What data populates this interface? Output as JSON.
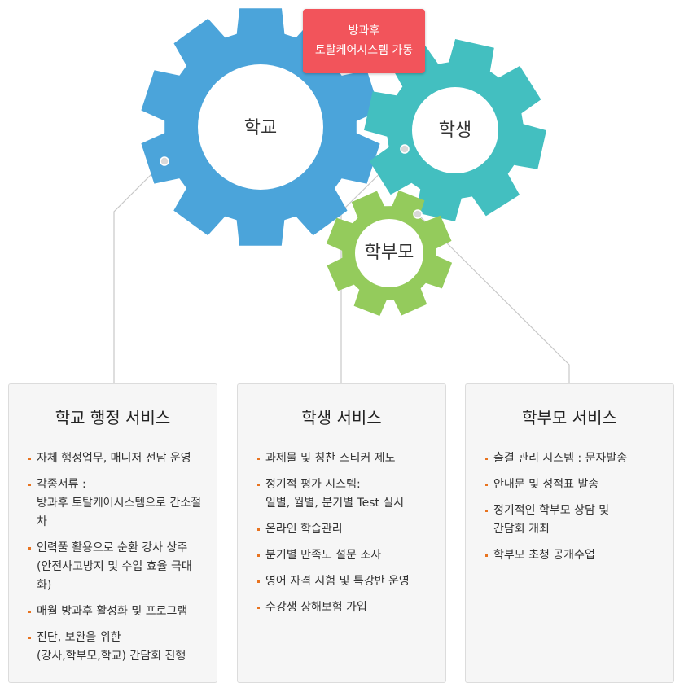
{
  "diagram": {
    "gears": [
      {
        "key": "school",
        "label": "학교",
        "color": "#4ba4da"
      },
      {
        "key": "student",
        "label": "학생",
        "color": "#43bfc0"
      },
      {
        "key": "parent",
        "label": "학부모",
        "color": "#94cb5c"
      }
    ],
    "badge": {
      "line1": "방과후",
      "line2": "토탈케어시스템 가동",
      "color": "#f2545b"
    },
    "connector_color": "#c8c8c8"
  },
  "panels": [
    {
      "key": "school",
      "title": "학교 행정 서비스",
      "items": [
        "자체 행정업무, 매니저 전담 운영",
        "각종서류 :\n방과후 토탈케어시스템으로 간소절차",
        "인력풀 활용으로 순환 강사 상주\n(안전사고방지 및 수업 효율 극대화)",
        "매월 방과후 활성화 및 프로그램",
        "진단, 보완을 위한\n(강사,학부모,학교) 간담회 진행"
      ]
    },
    {
      "key": "student",
      "title": "학생 서비스",
      "items": [
        "과제물 및 칭찬 스티커 제도",
        "정기적 평가 시스템:\n일별, 월별, 분기별 Test 실시",
        "온라인 학습관리",
        "분기별 만족도 설문 조사",
        "영어 자격 시험 및 특강반 운영",
        "수강생 상해보험 가입"
      ]
    },
    {
      "key": "parent",
      "title": "학부모 서비스",
      "items": [
        "출결  관리 시스템 : 문자발송",
        "안내문 및 성적표 발송",
        "정기적인 학부모 상담 및\n간담회 개최",
        "학부모 초청 공개수업"
      ]
    }
  ]
}
